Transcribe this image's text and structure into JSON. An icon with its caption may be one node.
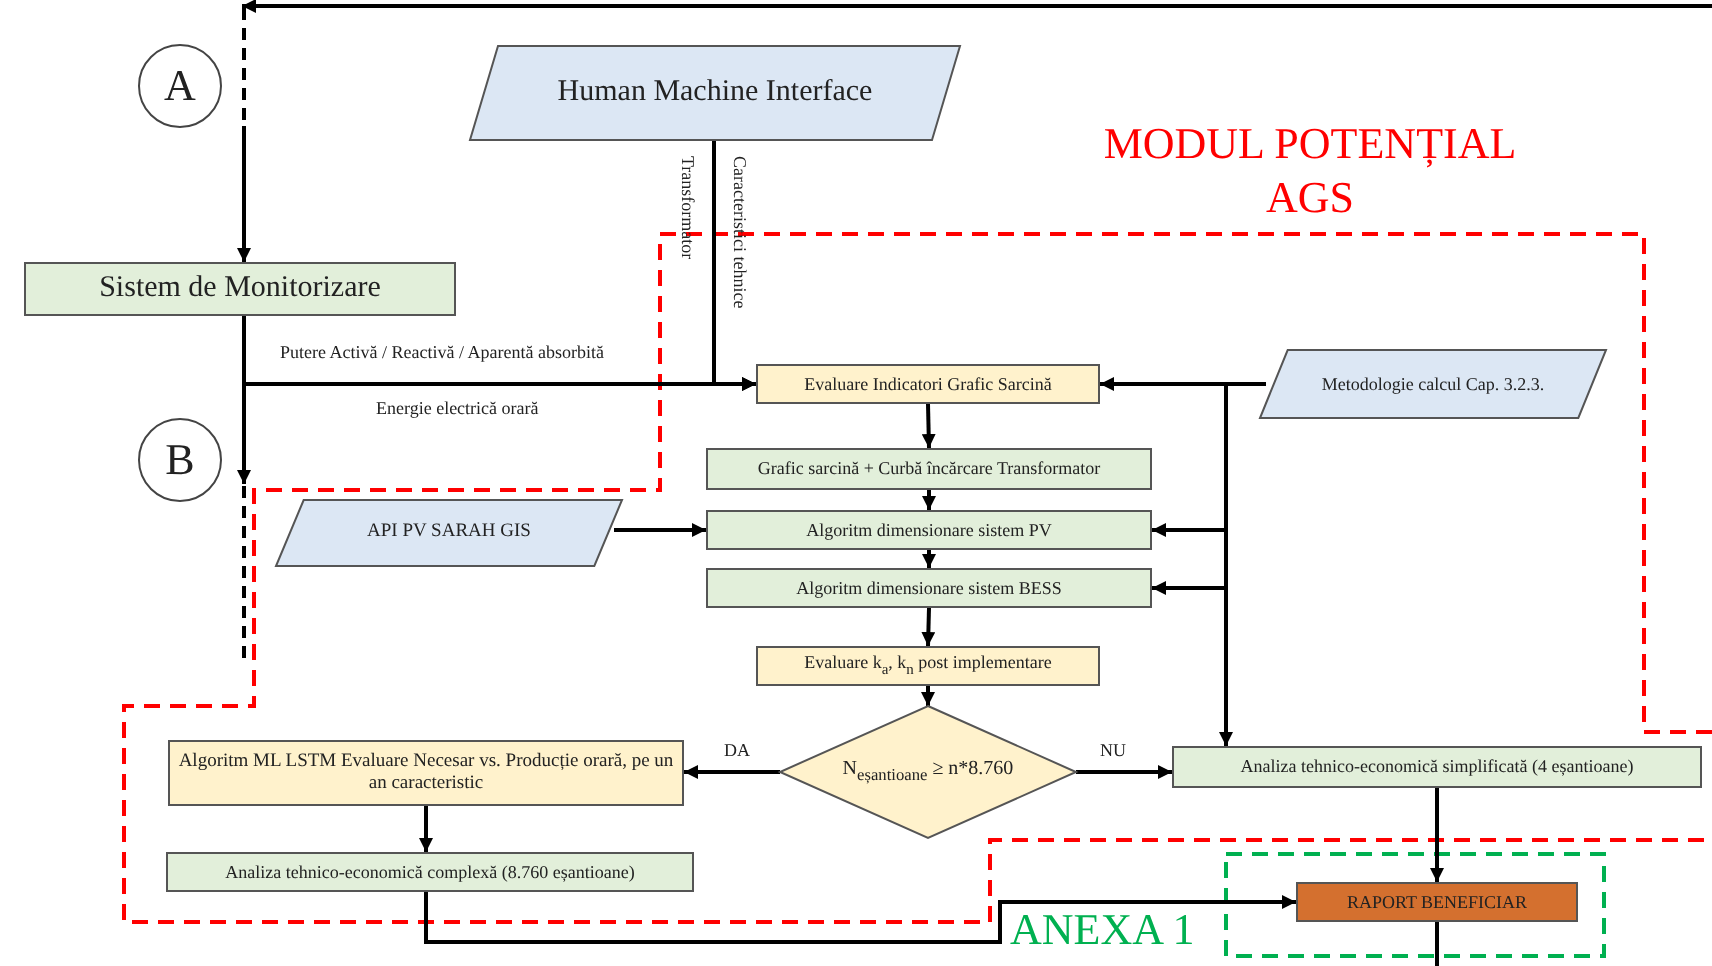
{
  "diagram": {
    "nodes": [
      {
        "text": [
          "A"
        ]
      },
      {
        "text": [
          "Human Machine Interface"
        ]
      },
      {
        "text": [
          "Sistem de Monitorizare"
        ]
      },
      {
        "text": [
          "Evaluare Indicatori Grafic Sarcină"
        ]
      },
      {
        "text": [
          "Metodologie calcul Cap. 3.2.3."
        ]
      },
      {
        "text": [
          "B"
        ]
      },
      {
        "text": [
          "Grafic sarcină + Curbă încărcare Transformator"
        ]
      },
      {
        "text": [
          "API PV SARAH GIS"
        ]
      },
      {
        "text": [
          "Algoritm dimensionare sistem PV"
        ]
      },
      {
        "text": [
          "Algoritm dimensionare sistem BESS"
        ]
      },
      {
        "text": [
          "Evaluare k$_{a}$, k$_{n}$ post implementare"
        ]
      },
      {
        "text": [
          "N$_{eșantioane}$ ≥ n*8.760"
        ]
      },
      {
        "text": [
          "Algoritm ML LSTM Evaluare Necesar vs. Producție orară, pe un an caracteristic"
        ]
      },
      {
        "text": [
          "Analiza tehnico-economică simplificată (4 eșantioane)"
        ]
      },
      {
        "text": [
          "Analiza tehnico-economică complexă (8.760 eșantioane)"
        ]
      },
      {
        "text": [
          "RAPORT BENEFICIAR"
        ]
      }
    ],
    "edges": [
      {
        "from": 0,
        "to": 2,
        "arrow": "to"
      },
      {
        "from": 2,
        "to": 5,
        "arrow": "to"
      },
      {
        "from": 2,
        "to": 3,
        "arrow": "to",
        "label": "Putere Activă / Reactivă / Aparentă absorbită"
      },
      {
        "from": 1,
        "to": 3,
        "arrow": "to",
        "label": "Caracteristici tehnice Transformator"
      },
      {
        "from": 4,
        "to": 3,
        "arrow": "to"
      },
      {
        "from": 4,
        "to": 8,
        "arrow": "to"
      },
      {
        "from": 4,
        "to": 9,
        "arrow": "to"
      },
      {
        "from": 4,
        "to": 13,
        "arrow": "to"
      },
      {
        "from": 3,
        "to": 6,
        "arrow": "to"
      },
      {
        "from": 6,
        "to": 8,
        "arrow": "to"
      },
      {
        "from": 8,
        "to": 9,
        "arrow": "to"
      },
      {
        "from": 9,
        "to": 10,
        "arrow": "to"
      },
      {
        "from": 10,
        "to": 11,
        "arrow": "to"
      },
      {
        "from": 7,
        "to": 8,
        "arrow": "to"
      },
      {
        "from": 11,
        "to": 12,
        "arrow": "to",
        "label": "DA"
      },
      {
        "from": 11,
        "to": 13,
        "arrow": "to",
        "label": "NU"
      },
      {
        "from": 12,
        "to": 14,
        "arrow": "to"
      },
      {
        "from": 14,
        "to": 15,
        "arrow": "to"
      },
      {
        "from": 13,
        "to": 15,
        "arrow": "to"
      },
      {
        "from": 15,
        "to": null,
        "arrow": "none"
      },
      {
        "from": null,
        "to": 0,
        "arrow": "to"
      }
    ],
    "labels": [
      "MODUL POTENȚIAL AGS",
      "Energie electrică orară",
      "ANEXA 1"
    ]
  }
}
